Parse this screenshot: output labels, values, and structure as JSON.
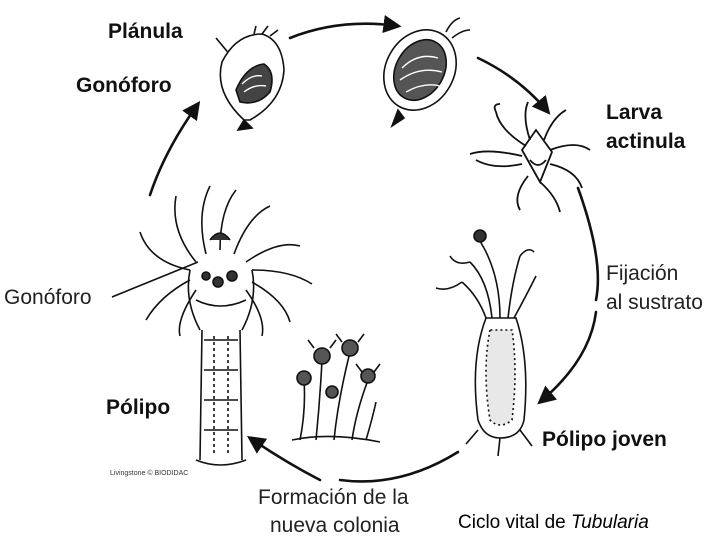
{
  "labels": {
    "planula": "Plánula",
    "gonoforo_top": "Gonóforo",
    "larva_line1": "Larva",
    "larva_line2": "actinula",
    "fijacion_line1": "Fijación",
    "fijacion_line2": "al sustrato",
    "polipo_joven": "Pólipo joven",
    "formacion_line1": "Formación de la",
    "formacion_line2": "nueva colonia",
    "polipo": "Pólipo",
    "gonoforo_left": "Gonóforo"
  },
  "credit": "Livingstone © BIODIDAC",
  "caption": {
    "prefix": "Ciclo vital de ",
    "genus": "Tubularia"
  },
  "colors": {
    "ink": "#111111",
    "background": "#ffffff"
  }
}
